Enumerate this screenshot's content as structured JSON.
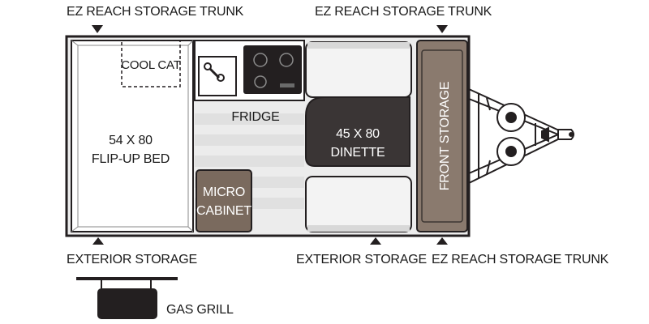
{
  "callouts": {
    "top_left": "EZ REACH STORAGE TRUNK",
    "top_right": "EZ REACH STORAGE TRUNK",
    "bottom_left": "EXTERIOR STORAGE",
    "bottom_center": "EXTERIOR STORAGE",
    "bottom_right": "EZ REACH STORAGE TRUNK"
  },
  "rooms": {
    "bed_line1": "54 X 80",
    "bed_line2": "FLIP-UP BED",
    "cooler": "COOL CAT",
    "fridge": "FRIDGE",
    "micro_line1": "MICRO",
    "micro_line2": "CABINET",
    "dinette_line1": "45 X 80",
    "dinette_line2": "DINETTE",
    "front_storage": "FRONT STORAGE"
  },
  "legend": {
    "grill": "GAS GRILL"
  },
  "colors": {
    "wall": "#231f20",
    "dinette": "#3a3535",
    "storage": "#8a7a6e",
    "floor": "#ececec"
  }
}
